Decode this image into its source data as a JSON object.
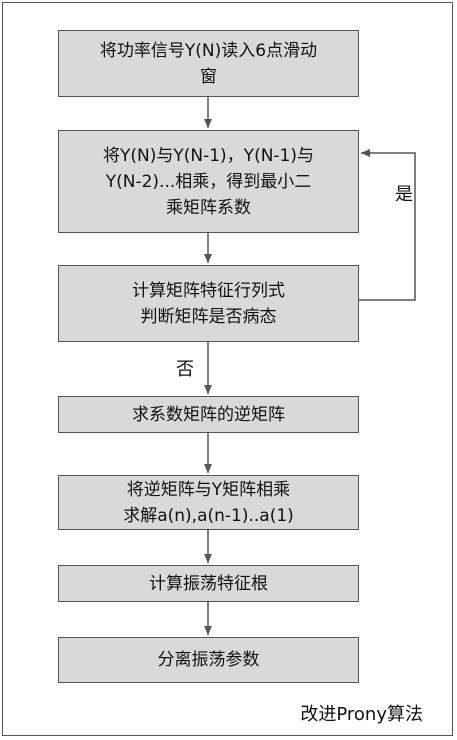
{
  "steps": [
    {
      "lines": [
        "将功率信号Y(N)读入6点滑动",
        "窗"
      ]
    },
    {
      "lines": [
        "将Y(N)与Y(N-1)，Y(N-1)与",
        "Y(N-2)...相乘，得到最小二",
        "乘矩阵系数"
      ]
    },
    {
      "lines": [
        "计算矩阵特征行列式",
        "判断矩阵是否病态"
      ]
    },
    {
      "lines": [
        "求系数矩阵的逆矩阵"
      ]
    },
    {
      "lines": [
        "将逆矩阵与Y矩阵相乘",
        "求解a(n),a(n-1)..a(1)"
      ]
    },
    {
      "lines": [
        "计算振荡特征根"
      ]
    },
    {
      "lines": [
        "分离振荡参数"
      ]
    }
  ],
  "labels": {
    "yes": "是",
    "no": "否"
  },
  "caption": "改进Prony算法"
}
